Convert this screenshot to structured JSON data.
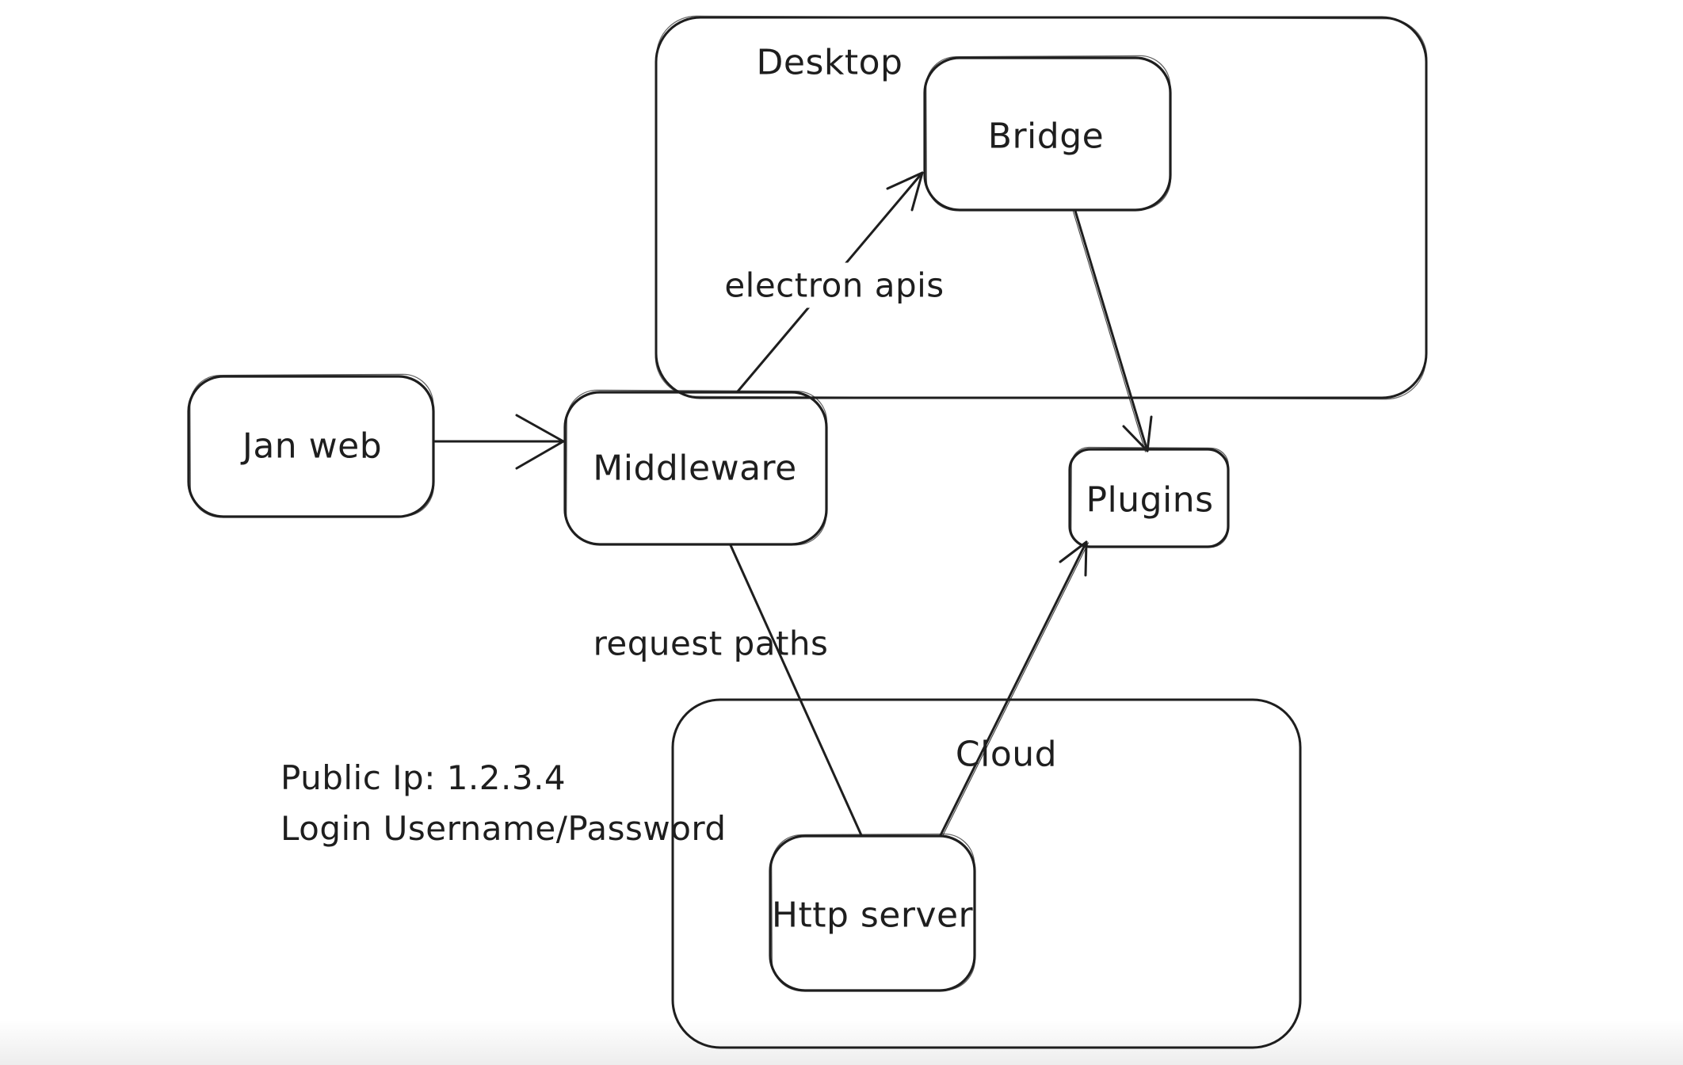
{
  "colors": {
    "stroke": "#1e1e1e",
    "background": "#ffffff"
  },
  "nodes": {
    "desktop": {
      "label": "Desktop",
      "kind": "container"
    },
    "cloud": {
      "label": "Cloud",
      "kind": "container"
    },
    "jan_web": {
      "label": "Jan web",
      "kind": "box"
    },
    "middleware": {
      "label": "Middleware",
      "kind": "box"
    },
    "bridge": {
      "label": "Bridge",
      "kind": "box"
    },
    "plugins": {
      "label": "Plugins",
      "kind": "box"
    },
    "http_server": {
      "label": "Http server",
      "kind": "box"
    }
  },
  "edges": [
    {
      "from": "jan_web",
      "to": "middleware",
      "arrow": true,
      "label": ""
    },
    {
      "from": "middleware",
      "to": "bridge",
      "arrow": true,
      "label": "electron apis"
    },
    {
      "from": "bridge",
      "to": "plugins",
      "arrow": true,
      "label": ""
    },
    {
      "from": "middleware",
      "to": "http_server",
      "arrow": false,
      "label": "request paths"
    },
    {
      "from": "http_server",
      "to": "plugins",
      "arrow": true,
      "label": ""
    }
  ],
  "annotations": {
    "public_ip": "Public Ip: 1.2.3.4",
    "login": "Login Username/Password"
  }
}
